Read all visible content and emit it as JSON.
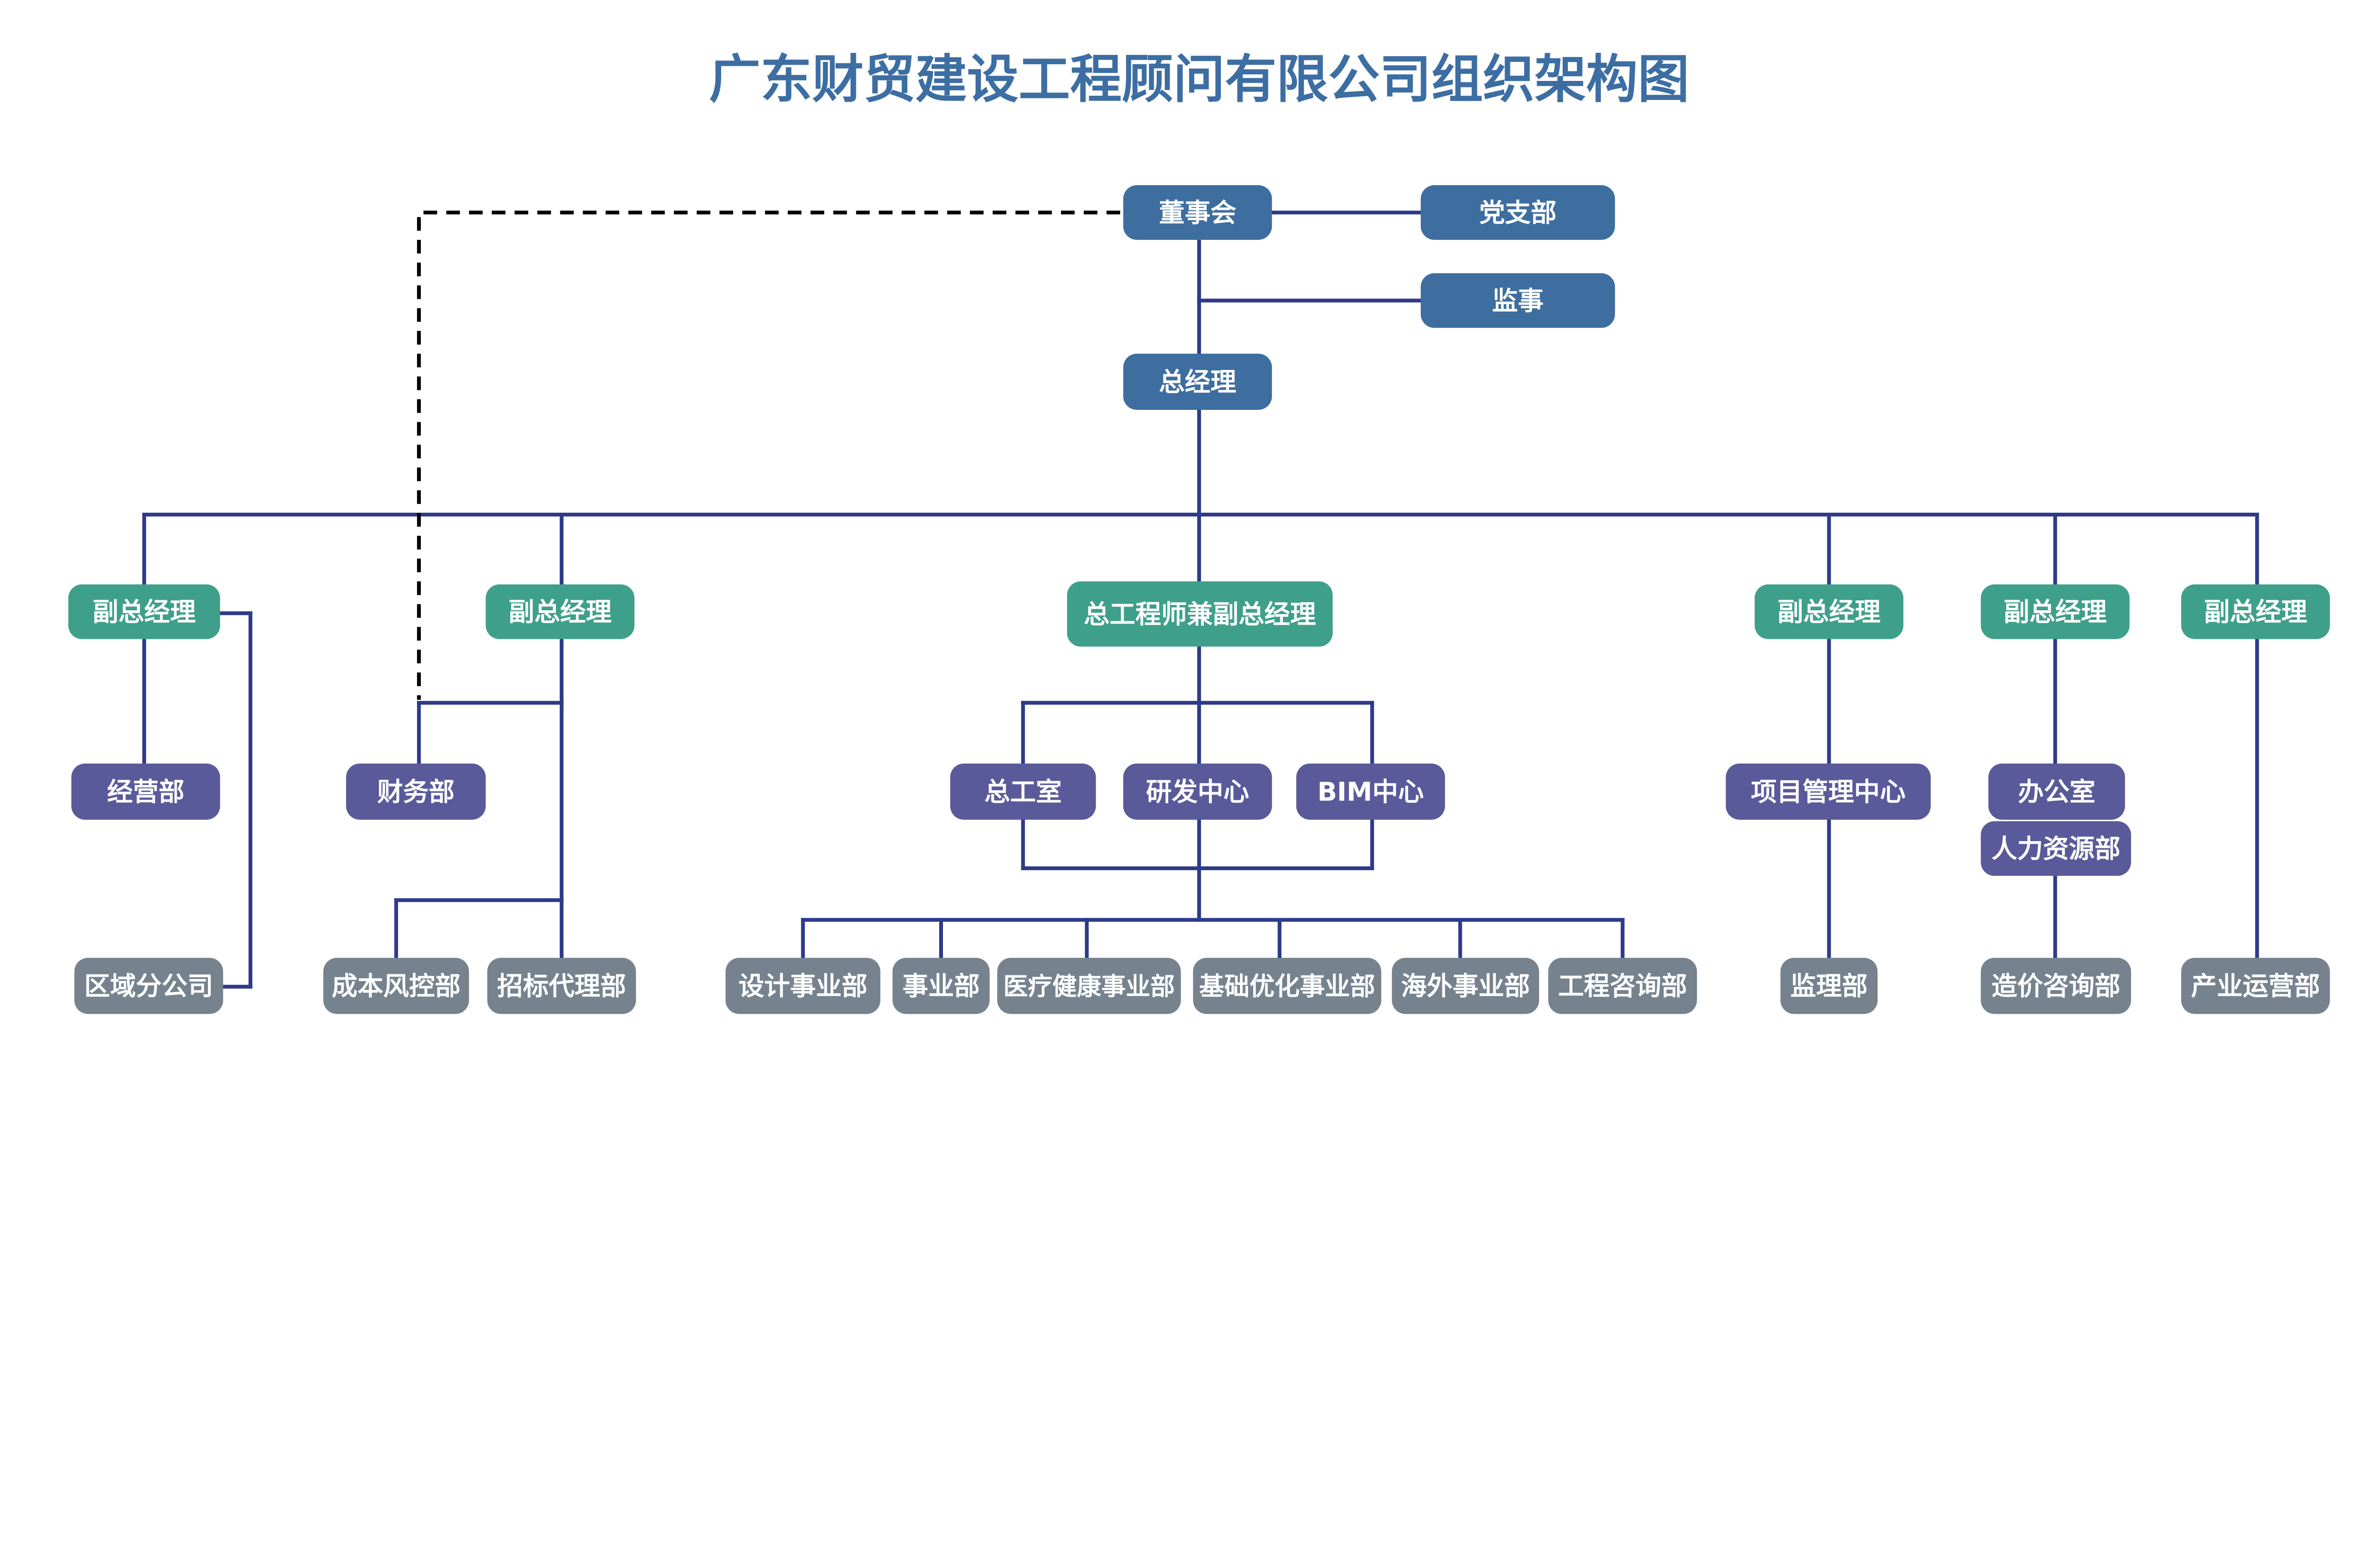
{
  "title": "广东财贸建设工程顾问有限公司组织架构图",
  "colors": {
    "top_level": "#3e6e9f",
    "vice_manager": "#3ea08a",
    "department": "#5a5a9a",
    "sub_unit": "#76838f",
    "line": "#2e3a8a",
    "dashed_line": "#000000"
  },
  "nodes": [
    {
      "label": "董事会",
      "level": "top_level"
    },
    {
      "label": "党支部",
      "level": "top_level"
    },
    {
      "label": "监事",
      "level": "top_level"
    },
    {
      "label": "总经理",
      "level": "top_level"
    },
    {
      "label": "副总经理",
      "level": "vice_manager"
    },
    {
      "label": "副总经理",
      "level": "vice_manager"
    },
    {
      "label": "总工程师兼副总经理",
      "level": "vice_manager"
    },
    {
      "label": "副总经理",
      "level": "vice_manager"
    },
    {
      "label": "副总经理",
      "level": "vice_manager"
    },
    {
      "label": "副总经理",
      "level": "vice_manager"
    },
    {
      "label": "经营部",
      "level": "department"
    },
    {
      "label": "财务部",
      "level": "department"
    },
    {
      "label": "总工室",
      "level": "department"
    },
    {
      "label": "研发中心",
      "level": "department"
    },
    {
      "label": "BIM中心",
      "level": "department"
    },
    {
      "label": "项目管理中心",
      "level": "department"
    },
    {
      "label": "办公室",
      "level": "department"
    },
    {
      "label": "人力资源部",
      "level": "department"
    },
    {
      "label": "区域分公司",
      "level": "sub_unit"
    },
    {
      "label": "成本风控部",
      "level": "sub_unit"
    },
    {
      "label": "招标代理部",
      "level": "sub_unit"
    },
    {
      "label": "设计事业部",
      "level": "sub_unit"
    },
    {
      "label": "事业部",
      "level": "sub_unit"
    },
    {
      "label": "医疗健康事业部",
      "level": "sub_unit"
    },
    {
      "label": "基础优化事业部",
      "level": "sub_unit"
    },
    {
      "label": "海外事业部",
      "level": "sub_unit"
    },
    {
      "label": "工程咨询部",
      "level": "sub_unit"
    },
    {
      "label": "监理部",
      "level": "sub_unit"
    },
    {
      "label": "造价咨询部",
      "level": "sub_unit"
    },
    {
      "label": "产业运营部",
      "level": "sub_unit"
    }
  ]
}
